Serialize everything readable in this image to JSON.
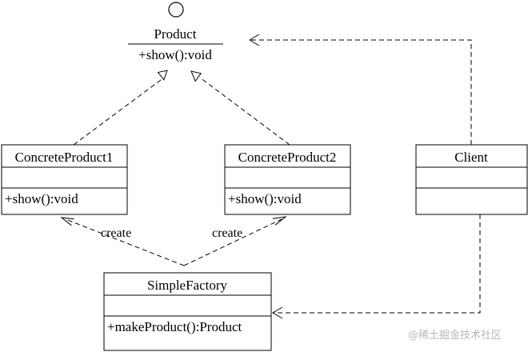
{
  "interface": {
    "name": "Product",
    "method": "+show():void"
  },
  "classes": {
    "concrete1": {
      "name": "ConcreteProduct1",
      "method": "+show():void"
    },
    "concrete2": {
      "name": "ConcreteProduct2",
      "method": "+show():void"
    },
    "client": {
      "name": "Client"
    },
    "factory": {
      "name": "SimpleFactory",
      "method": "+makeProduct():Product"
    }
  },
  "relations": {
    "create_left": "create",
    "create_right": "create"
  },
  "watermark": "@稀土掘金技术社区"
}
